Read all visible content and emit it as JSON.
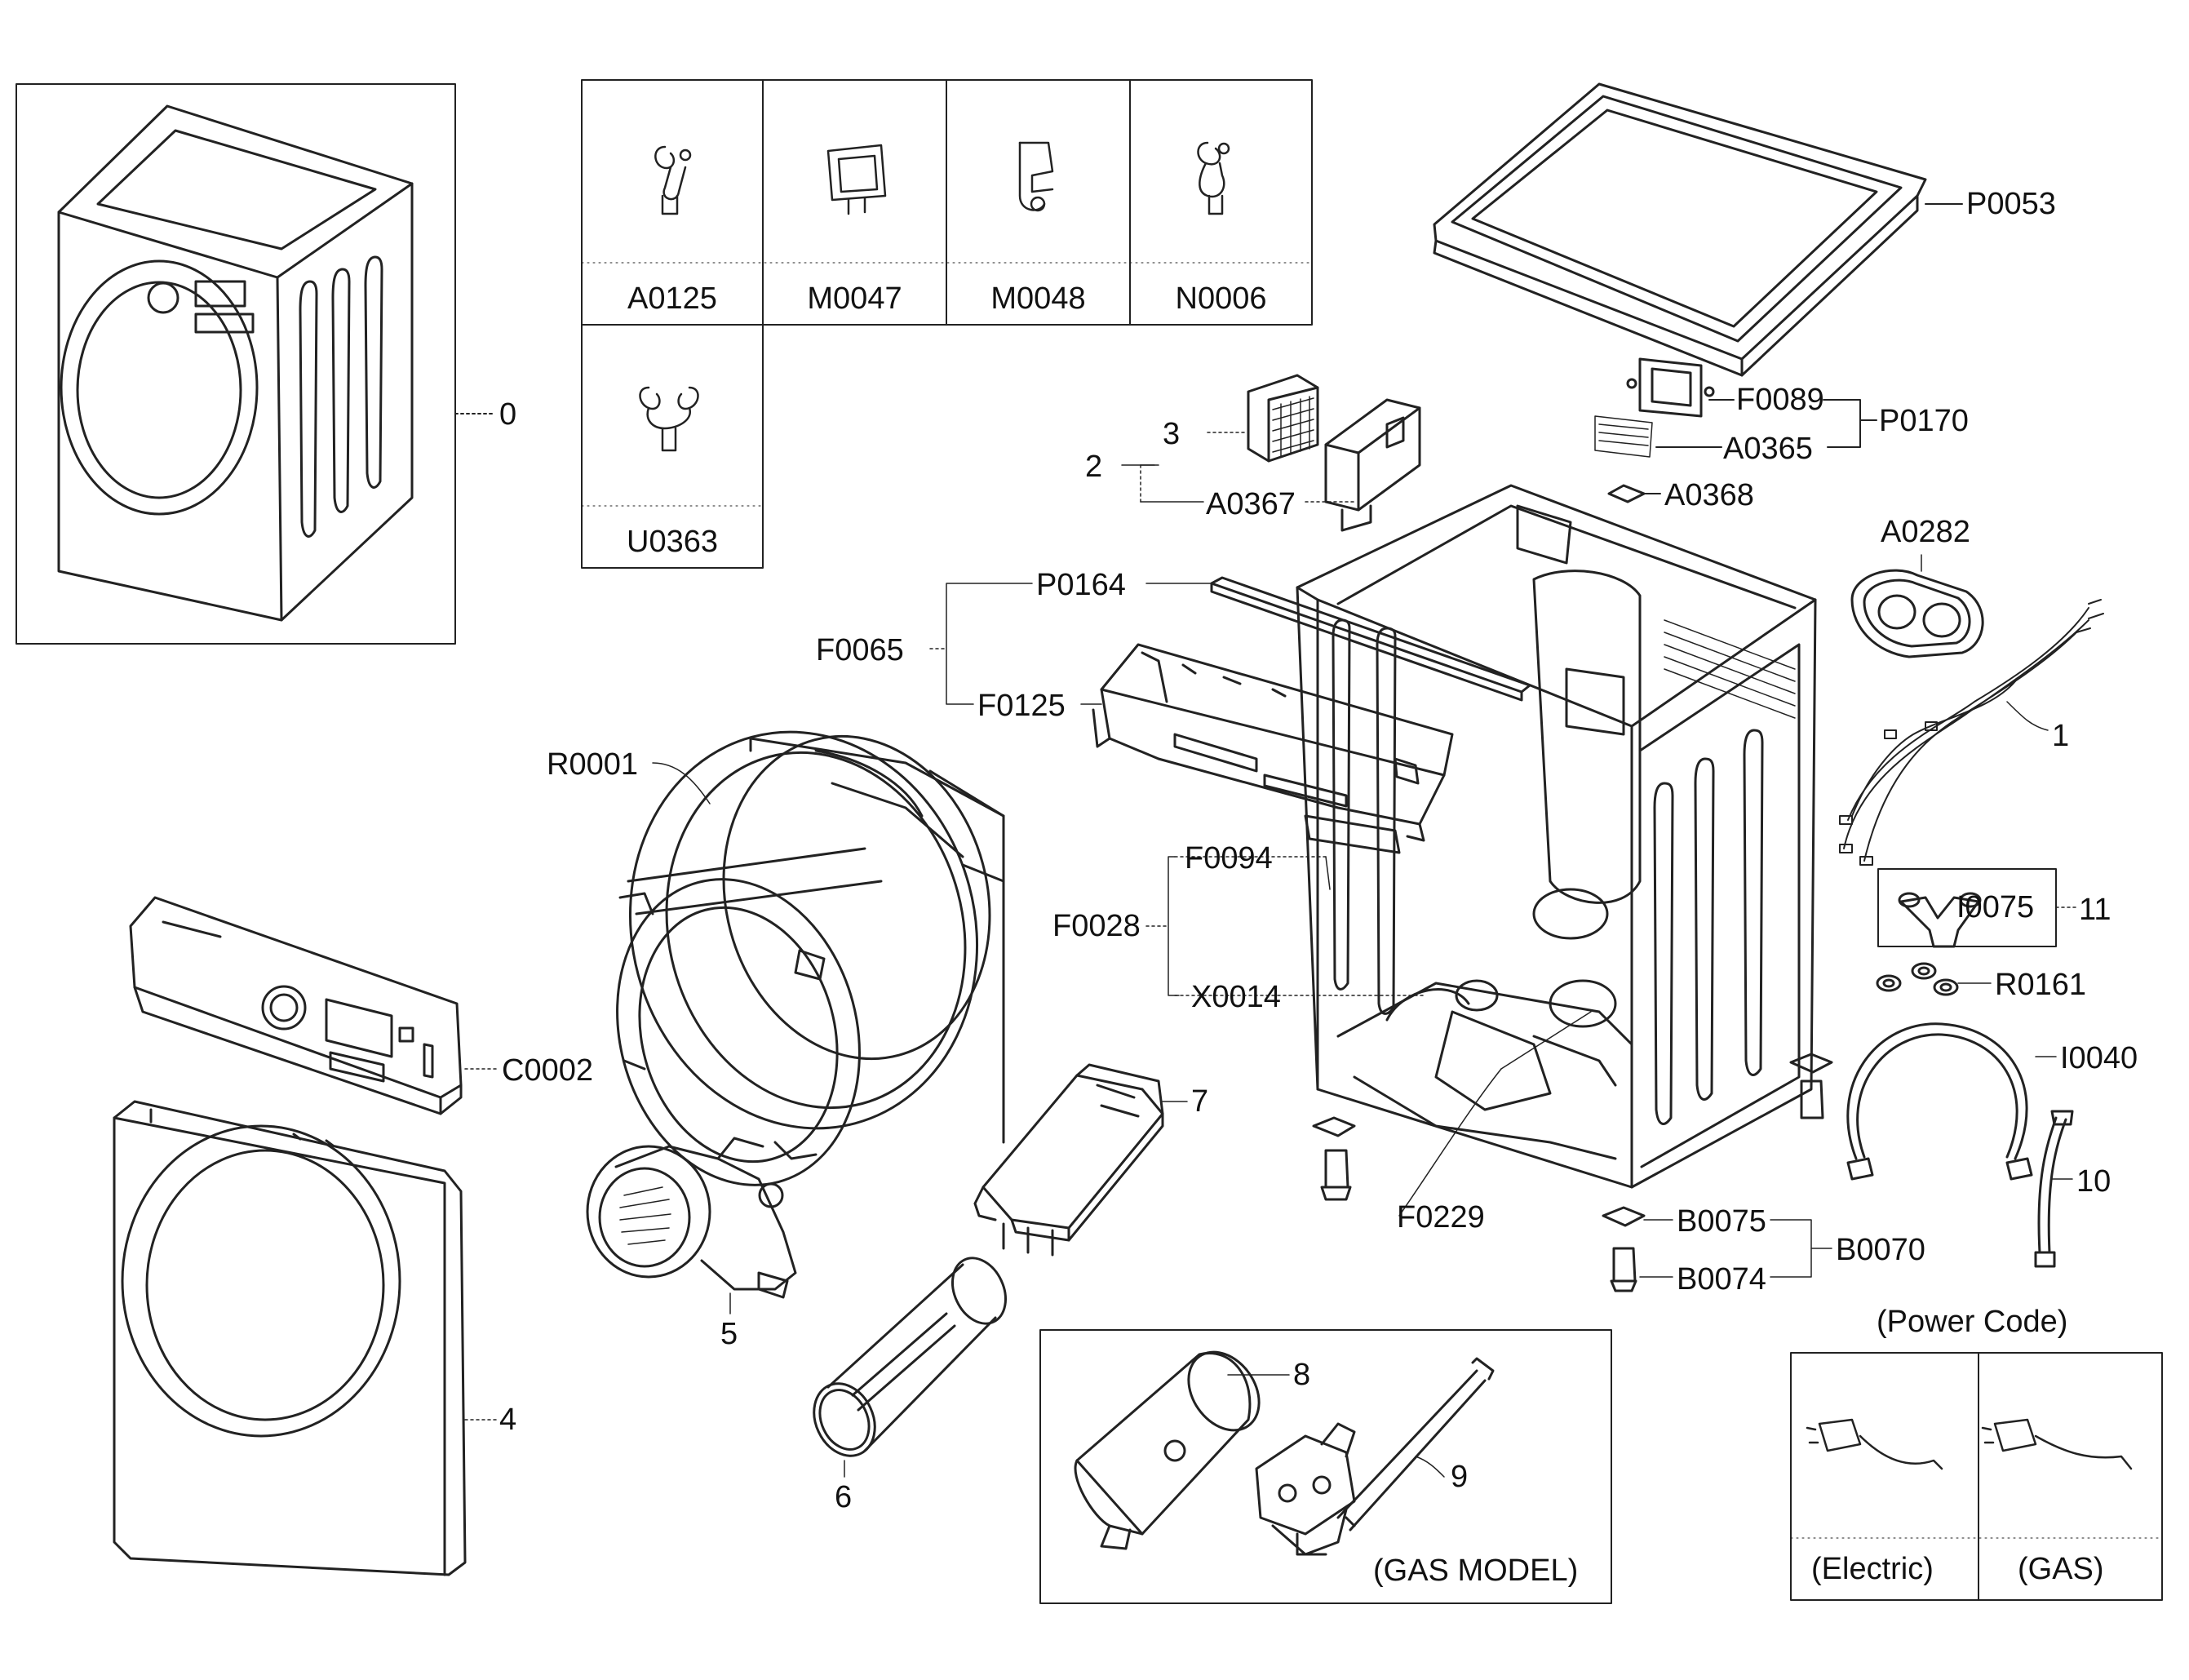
{
  "panels": {
    "clips": {
      "cells": [
        {
          "code": "A0125",
          "icon": "wire-clip-icon"
        },
        {
          "code": "M0047",
          "icon": "bracket-clip-icon"
        },
        {
          "code": "M0048",
          "icon": "hook-clip-icon"
        },
        {
          "code": "N0006",
          "icon": "loop-clip-icon"
        },
        {
          "code": "U0363",
          "icon": "double-loop-clip-icon"
        }
      ]
    },
    "gas_model": {
      "caption": "(GAS MODEL)",
      "parts": [
        "8",
        "9"
      ]
    },
    "power_cord": {
      "title": "(Power Code)",
      "options": [
        {
          "label": "(Electric)",
          "icon": "electric-plug-icon"
        },
        {
          "label": "(GAS)",
          "icon": "gas-plug-icon"
        }
      ]
    }
  },
  "callouts": {
    "assembly": "0",
    "top_panel": "P0053",
    "sensor": "F0089",
    "sensor_group": "P0170",
    "sensor_pad": "A0365",
    "seal": "A0368",
    "filter_group": "2",
    "filter": "3",
    "filter_housing": "A0367",
    "rear_cover": "A0282",
    "harness": "1",
    "rail": "P0164",
    "rail_group": "F0065",
    "bracket": "F0125",
    "drum": "R0001",
    "frame_group": "F0028",
    "frame_upper": "F0094",
    "frame_lower": "X0014",
    "control_panel": "C0002",
    "duct": "7",
    "blower": "5",
    "vent_pipe": "6",
    "front_panel": "4",
    "y_connector": "I0075",
    "y_group": "11",
    "washer": "R0161",
    "hose": "I0040",
    "drain_hose": "10",
    "leg_group_a": "F0229",
    "leg_cup": "B0075",
    "leg_foot": "B0074",
    "leg_group": "B0070",
    "burner": "8",
    "gas_pipe": "9"
  },
  "icons": [
    "dryer-icon",
    "top-cover-icon",
    "filter-icon",
    "cabinet-icon",
    "drum-icon",
    "control-panel-icon",
    "front-panel-icon",
    "blower-icon",
    "duct-icon",
    "pipe-icon",
    "hose-icon",
    "wire-harness-icon",
    "burner-icon",
    "gas-valve-icon"
  ]
}
